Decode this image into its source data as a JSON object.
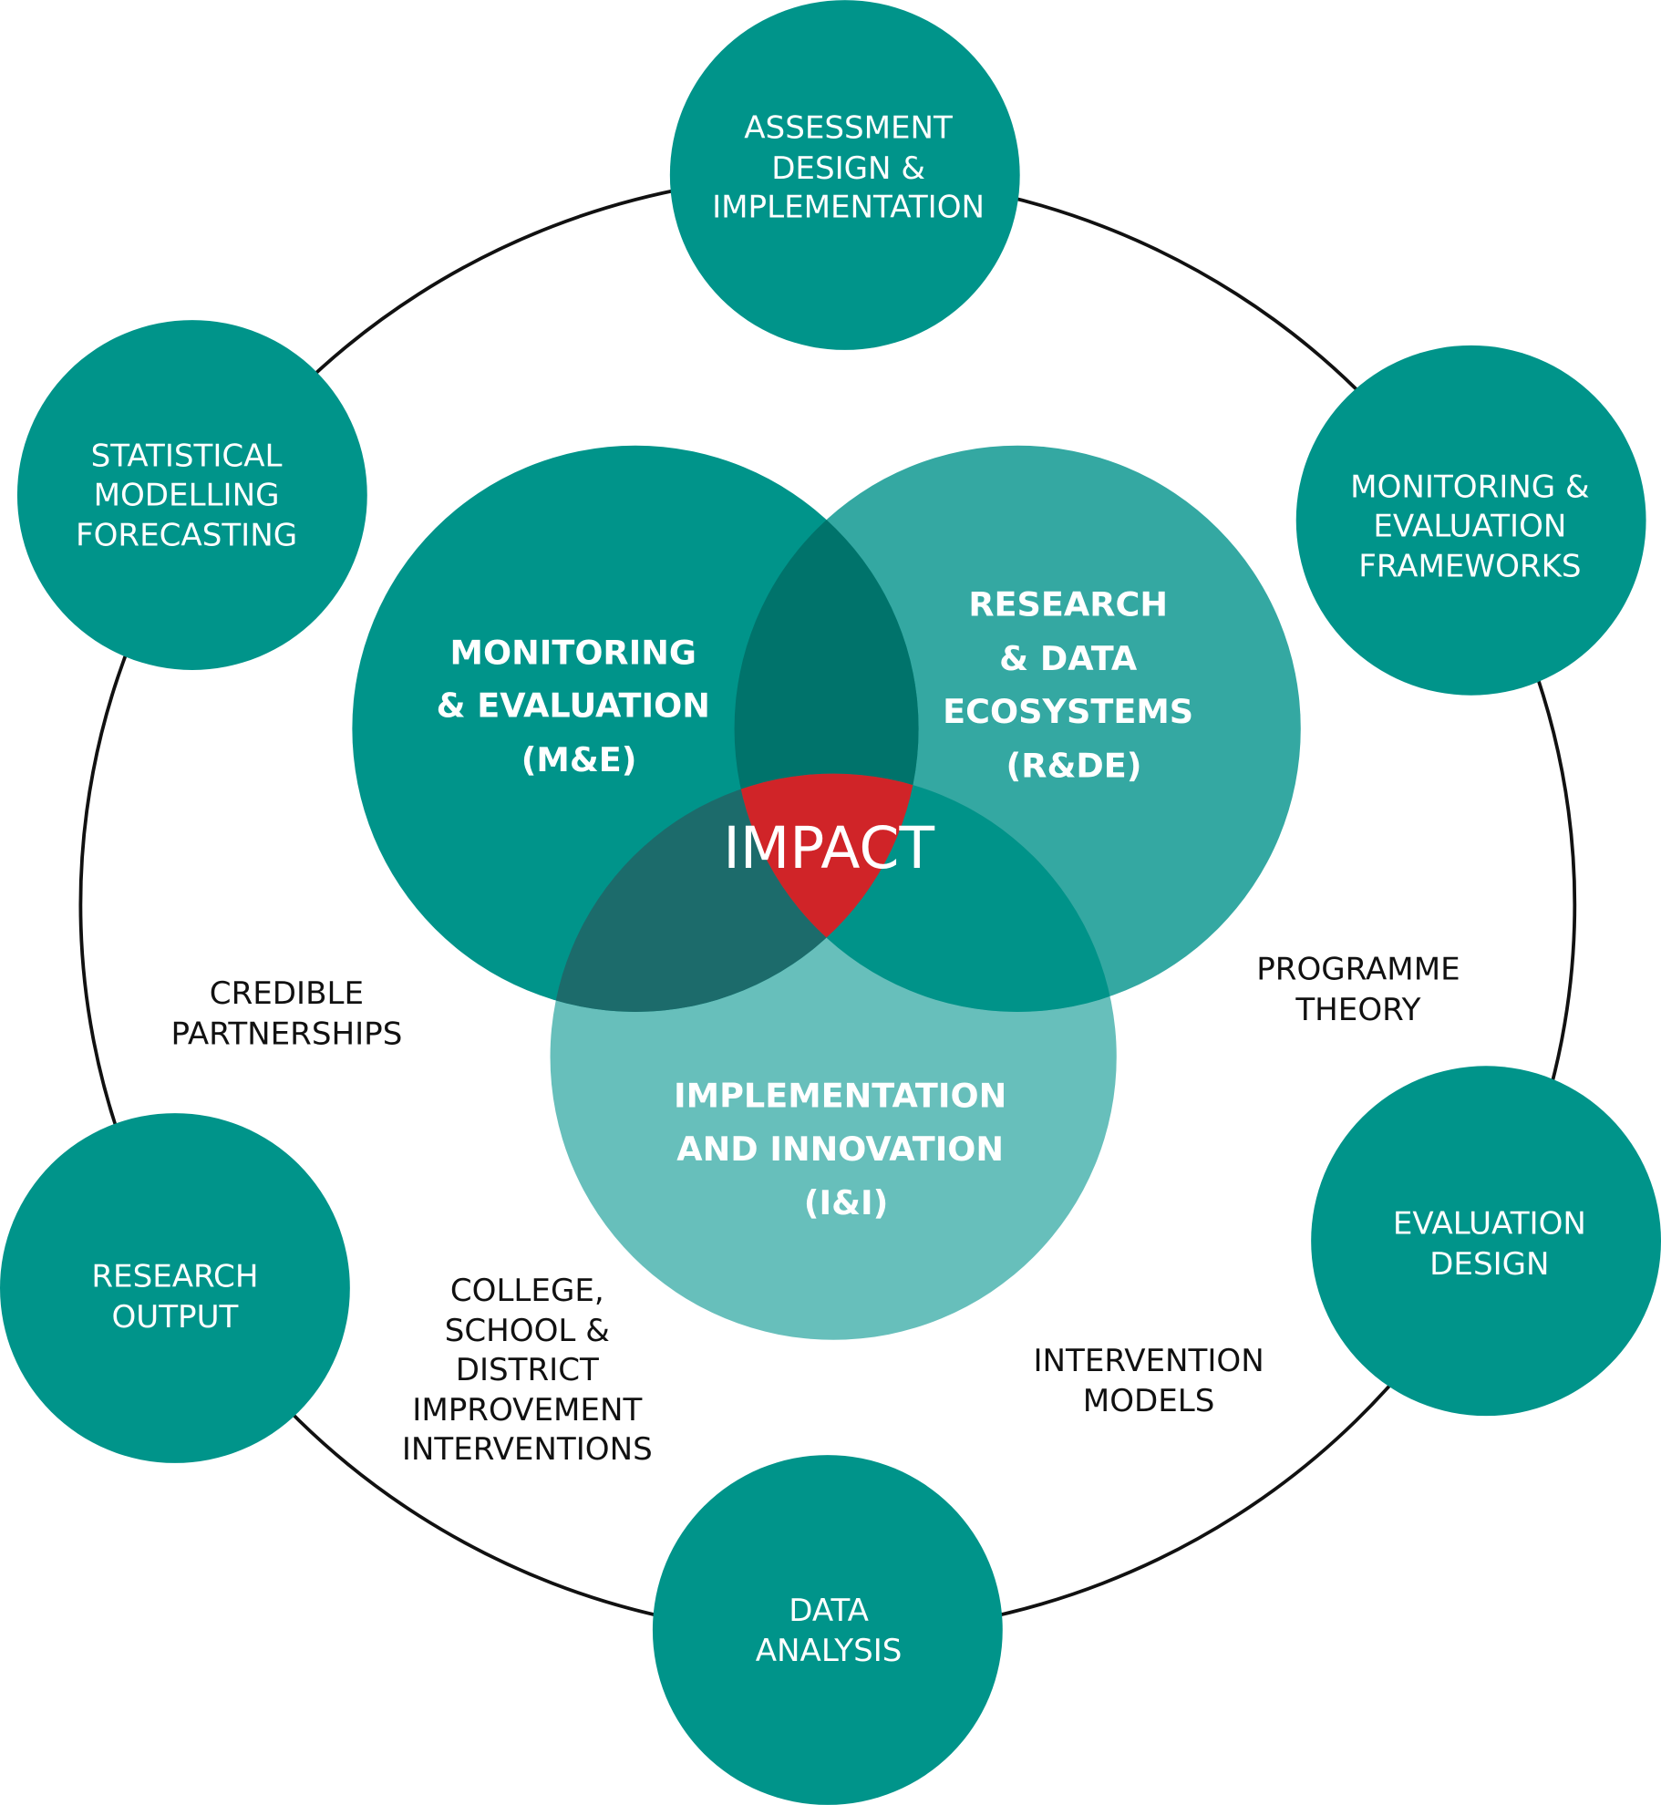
{
  "colors": {
    "node": "#00948a",
    "me": "#00948a",
    "rde": "#34a8a2",
    "ii": "#67bfbb",
    "me_rde": "#00736b",
    "me_ii": "#1c6b6b",
    "rde_ii": "#009389",
    "impact": "#d02428",
    "ring": "#111111"
  },
  "center": {
    "label": "IMPACT"
  },
  "venn": {
    "me": [
      "MONITORING",
      "& EVALUATION",
      "(M&E)"
    ],
    "rde": [
      "RESEARCH",
      "& DATA",
      "ECOSYSTEMS",
      "(R&DE)"
    ],
    "ii": [
      "IMPLEMENTATION",
      "AND INNOVATION",
      "(I&I)"
    ]
  },
  "nodes": {
    "assessment": [
      "ASSESSMENT",
      "DESIGN &",
      "IMPLEMENTATION"
    ],
    "statistical": [
      "STATISTICAL",
      "MODELLING",
      "FORECASTING"
    ],
    "me_frameworks": [
      "MONITORING &",
      "EVALUATION",
      "FRAMEWORKS"
    ],
    "evaluation_design": [
      "EVALUATION",
      "DESIGN"
    ],
    "data_analysis": [
      "DATA",
      "ANALYSIS"
    ],
    "research_output": [
      "RESEARCH",
      "OUTPUT"
    ]
  },
  "free_labels": {
    "credible": [
      "CREDIBLE",
      "PARTNERSHIPS"
    ],
    "programme": [
      "PROGRAMME",
      "THEORY"
    ],
    "college": [
      "COLLEGE,",
      "SCHOOL &",
      "DISTRICT",
      "IMPROVEMENT",
      "INTERVENTIONS"
    ],
    "intervention": [
      "INTERVENTION",
      "MODELS"
    ]
  }
}
